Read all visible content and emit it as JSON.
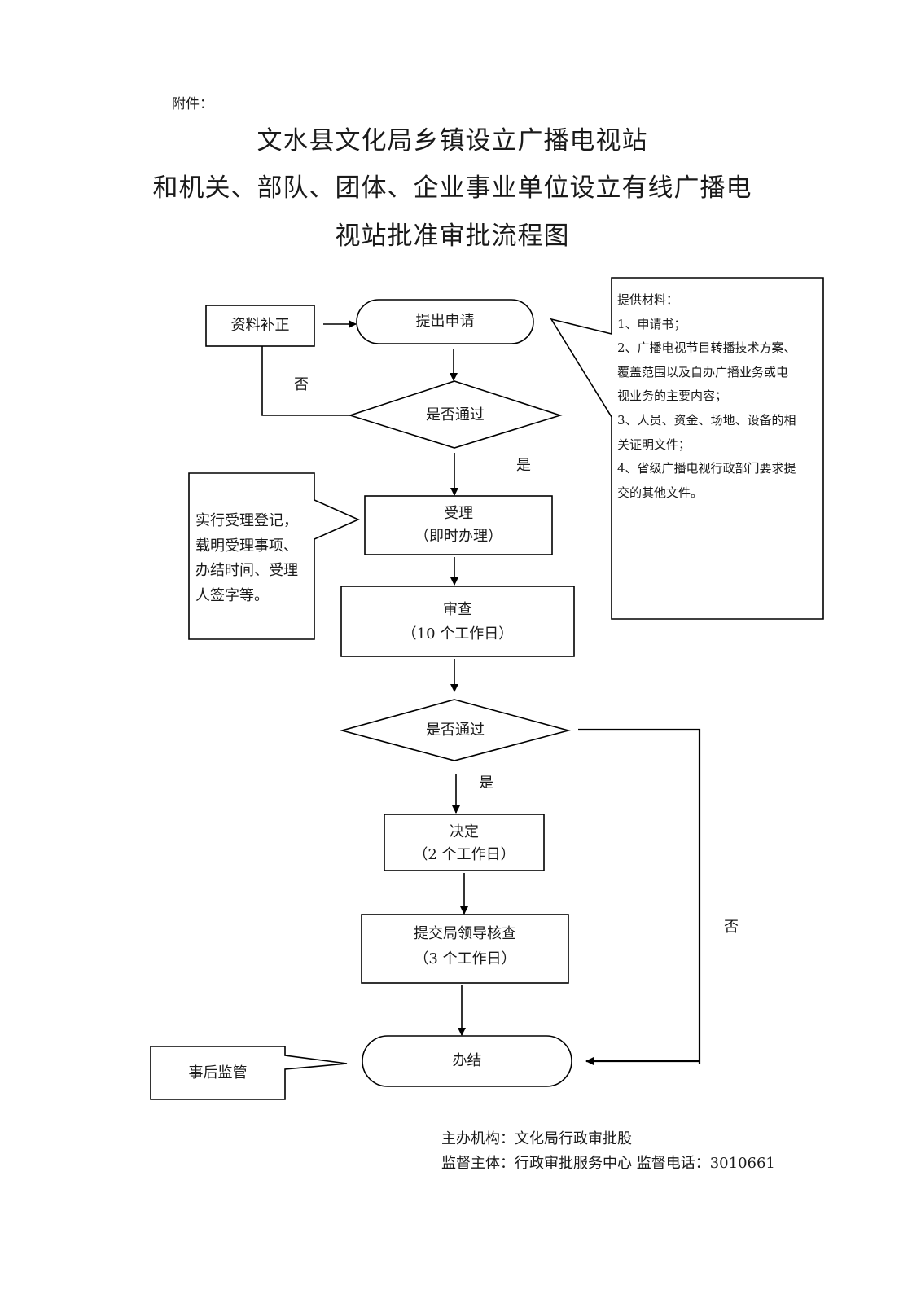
{
  "header": {
    "attachment_label": "附件：",
    "title_lines": [
      "文水县文化局乡镇设立广播电视站",
      "和机关、部队、团体、企业事业单位设立有线广播电",
      "视站批准审批流程图"
    ]
  },
  "flow": {
    "correction": "资料补正",
    "apply": "提出申请",
    "decision1": "是否通过",
    "decision1_no": "否",
    "decision1_yes": "是",
    "accept": {
      "title": "受理",
      "note": "（即时办理）"
    },
    "review": {
      "title": "审查",
      "note": "（10 个工作日）"
    },
    "decision2": "是否通过",
    "decision2_yes": "是",
    "decision2_no": "否",
    "decide": {
      "title": "决定",
      "note": "（2 个工作日）"
    },
    "leader_check": {
      "title": "提交局领导核查",
      "note": "（3  个工作日）"
    },
    "complete": "办结",
    "post_supervision": "事后监管"
  },
  "materials_callout": {
    "lines": [
      "提供材料：",
      "1、申请书；",
      "2、广播电视节目转播技术方案、",
      "覆盖范围以及自办广播业务或电",
      "视业务的主要内容；",
      "3、人员、资金、场地、设备的相",
      "关证明文件；",
      "4、省级广播电视行政部门要求提",
      "交的其他文件。"
    ]
  },
  "accept_callout": {
    "lines": [
      "实行受理登记，",
      "载明受理事项、",
      "办结时间、受理",
      "人签字等。"
    ]
  },
  "footer": {
    "organizer": "主办机构：文化局行政审批股",
    "supervisor": "监督主体：行政审批服务中心  监督电话：3010661"
  }
}
